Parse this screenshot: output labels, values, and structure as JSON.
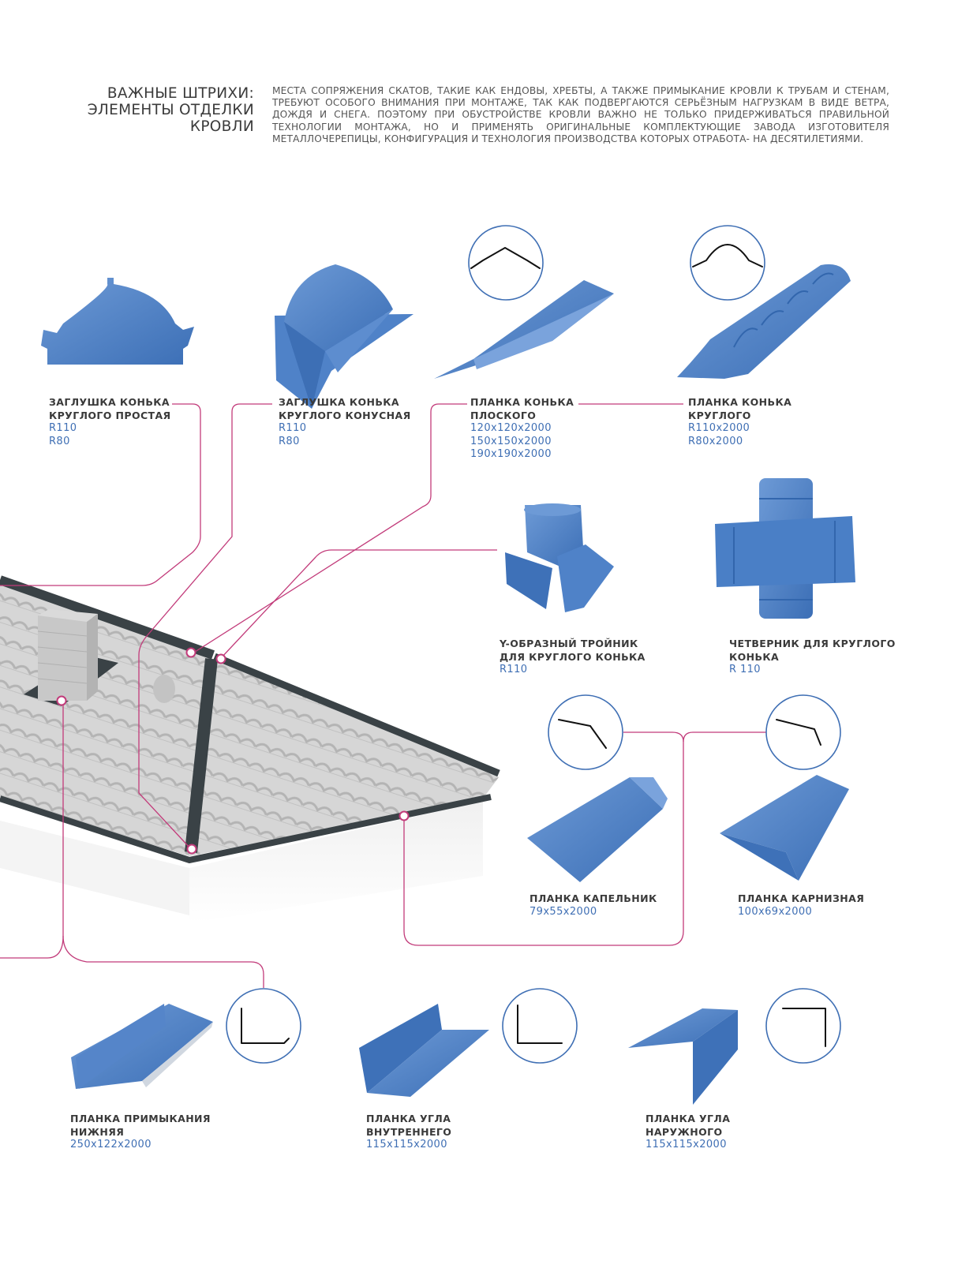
{
  "header": {
    "title_lines": [
      "ВАЖНЫЕ ШТРИХИ:",
      "ЭЛЕМЕНТЫ ОТДЕЛКИ",
      "КРОВЛИ"
    ],
    "intro_lines": [
      "МЕСТА СОПРЯЖЕНИЯ СКАТОВ, ТАКИЕ КАК ЕНДОВЫ, ХРЕБТЫ, А ТАКЖЕ ПРИМЫКАНИЕ КРОВЛИ К ТРУБАМ И",
      "СТЕНАМ, ТРЕБУЮТ ОСОБОГО ВНИМАНИЯ ПРИ МОНТАЖЕ, ТАК КАК ПОДВЕРГАЮТСЯ СЕРЬЁЗНЫМ НАГРУЗКАМ В",
      "ВИДЕ ВЕТРА, ДОЖДЯ И СНЕГА. ПОЭТОМУ ПРИ ОБУСТРОЙСТВЕ КРОВЛИ ВАЖНО НЕ ТОЛЬКО ПРИДЕРЖИВАТЬСЯ",
      "ПРАВИЛЬНОЙ ТЕХНОЛОГИИ МОНТАЖА, НО И ПРИМЕНЯТЬ ОРИГИНАЛЬНЫЕ КОМПЛЕКТУЮЩИЕ ЗАВОДА",
      "ИЗГОТОВИТЕЛЯ МЕТАЛЛОЧЕРЕПИЦЫ, КОНФИГУРАЦИЯ И ТЕХНОЛОГИЯ ПРОИЗВОДСТВА КОТОРЫХ ОТРАБОТА-",
      "НА ДЕСЯТИЛЕТИЯМИ."
    ]
  },
  "products": [
    {
      "name": [
        "ЗАГЛУШКА КОНЬКА",
        "КРУГЛОГО ПРОСТАЯ"
      ],
      "sizes": [
        "R110",
        "R80"
      ]
    },
    {
      "name": [
        "ЗАГЛУШКА КОНЬКА",
        "КРУГЛОГО КОНУСНАЯ"
      ],
      "sizes": [
        "R110",
        "R80"
      ]
    },
    {
      "name": [
        "ПЛАНКА КОНЬКА",
        "ПЛОСКОГО"
      ],
      "sizes": [
        "120x120x2000",
        "150x150x2000",
        "190x190x2000"
      ]
    },
    {
      "name": [
        "ПЛАНКА КОНЬКА",
        "КРУГЛОГО"
      ],
      "sizes": [
        "R110x2000",
        "R80x2000"
      ]
    },
    {
      "name": [
        "Y-ОБРАЗНЫЙ ТРОЙНИК",
        "ДЛЯ КРУГЛОГО КОНЬКА"
      ],
      "sizes": [
        "R110"
      ]
    },
    {
      "name": [
        "ЧЕТВЕРНИК ДЛЯ КРУГЛОГО",
        "КОНЬКА"
      ],
      "sizes": [
        "R 110"
      ]
    },
    {
      "name": [
        "ПЛАНКА КАПЕЛЬНИК"
      ],
      "sizes": [
        "79x55x2000"
      ]
    },
    {
      "name": [
        "ПЛАНКА КАРНИЗНАЯ"
      ],
      "sizes": [
        "100x69x2000"
      ]
    },
    {
      "name": [
        "ПЛАНКА ПРИМЫКАНИЯ",
        "НИЖНЯЯ"
      ],
      "sizes": [
        "250x122x2000"
      ]
    },
    {
      "name": [
        "ПЛАНКА УГЛА",
        "ВНУТРЕННЕГО"
      ],
      "sizes": [
        "115x115x2000"
      ]
    },
    {
      "name": [
        "ПЛАНКА УГЛА",
        "НАРУЖНОГО"
      ],
      "sizes": [
        "115x115x2000"
      ]
    }
  ],
  "colors": {
    "product_blue": "#4a7fc6",
    "callout_line": "#c23b7a",
    "circle_stroke": "#3f6fb4",
    "text_dark": "#3a3a3a",
    "size_blue": "#3f6fb4",
    "roof_tile": "#d4d4d4",
    "roof_trim": "#3a4246"
  }
}
